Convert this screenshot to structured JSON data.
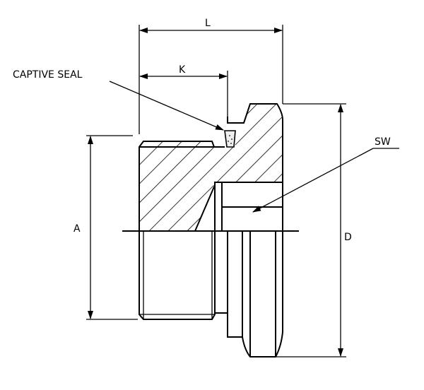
{
  "drawing": {
    "labels": {
      "length": "L",
      "seal_position": "K",
      "thread_diameter": "A",
      "collar_diameter": "D",
      "wrench_size": "SW",
      "captive_seal": "CAPTIVE SEAL"
    },
    "colors": {
      "line": "#000000",
      "background": "#ffffff"
    }
  }
}
